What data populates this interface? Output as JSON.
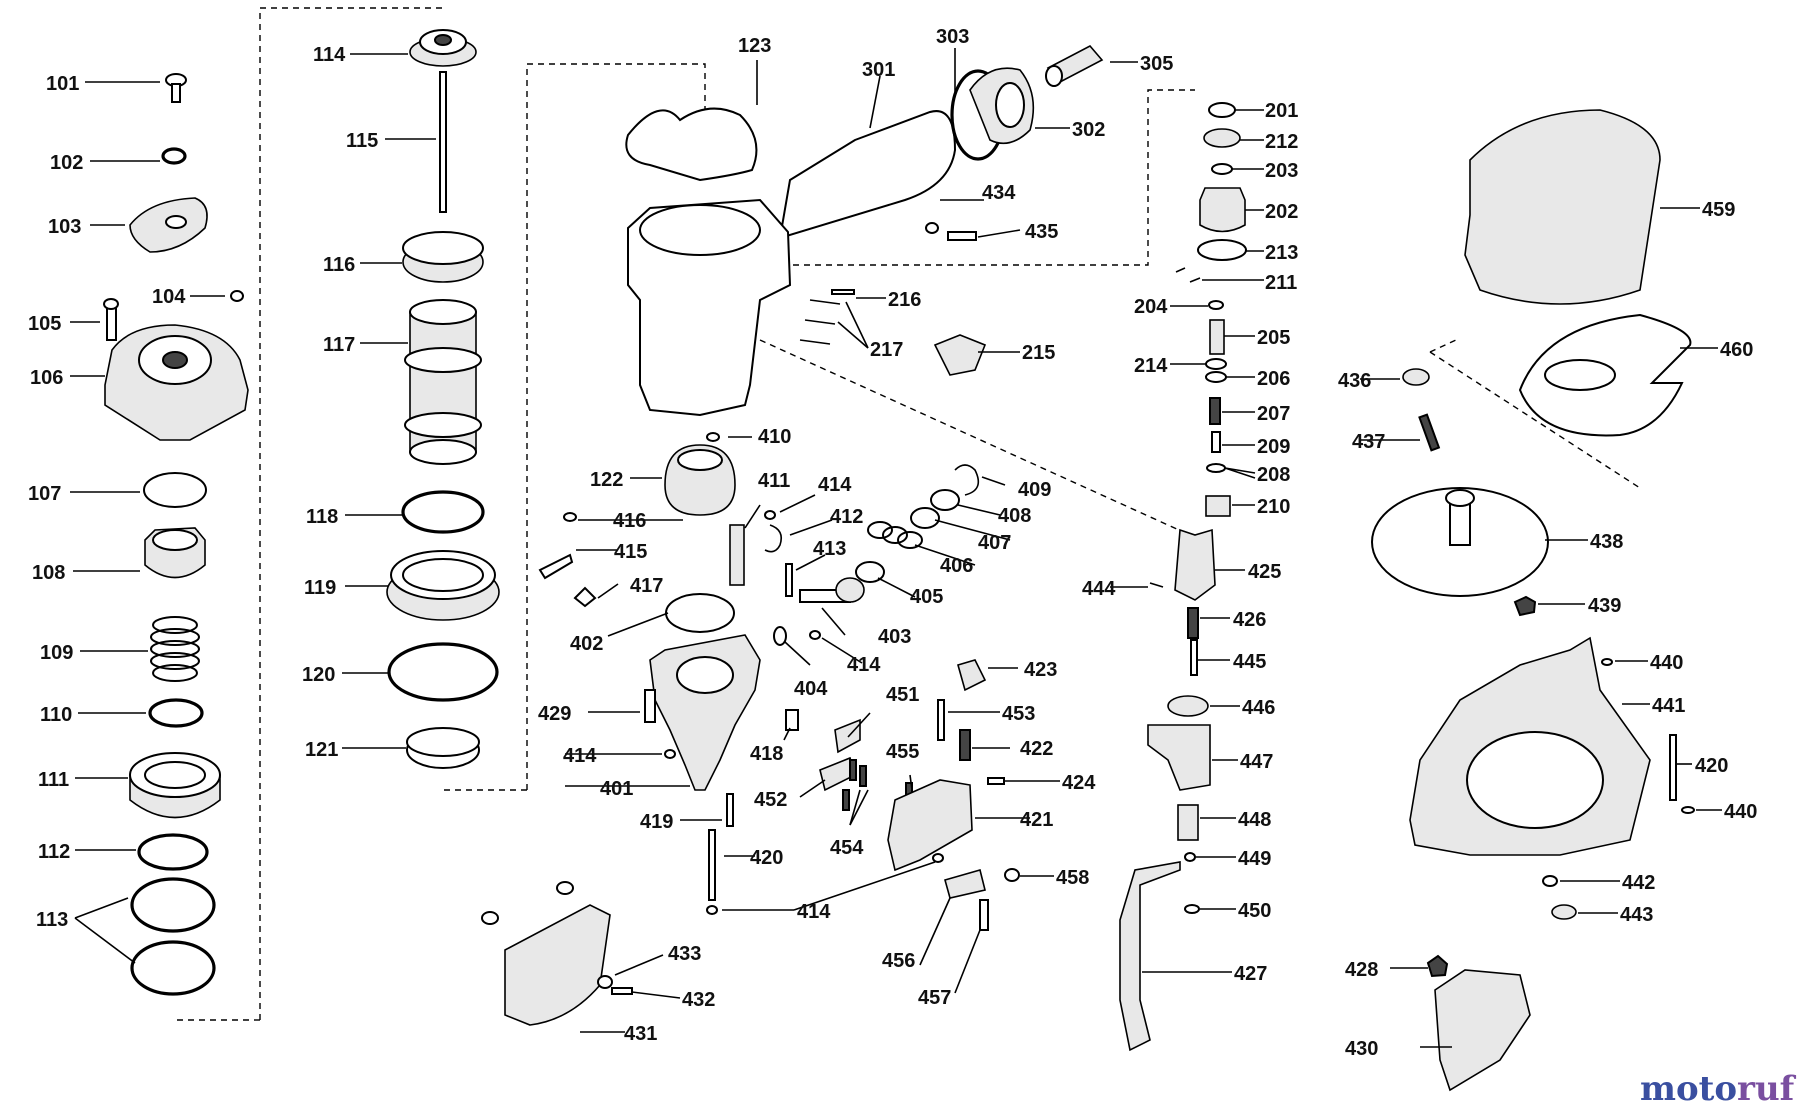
{
  "callouts": {
    "p101": "101",
    "p102": "102",
    "p103": "103",
    "p104": "104",
    "p105": "105",
    "p106": "106",
    "p107": "107",
    "p108": "108",
    "p109": "109",
    "p110": "110",
    "p111": "111",
    "p112": "112",
    "p113": "113",
    "p114": "114",
    "p115": "115",
    "p116": "116",
    "p117": "117",
    "p118": "118",
    "p119": "119",
    "p120": "120",
    "p121": "121",
    "p122": "122",
    "p123": "123",
    "p201": "201",
    "p202": "202",
    "p203": "203",
    "p204": "204",
    "p205": "205",
    "p206": "206",
    "p207": "207",
    "p208": "208",
    "p209": "209",
    "p210": "210",
    "p211": "211",
    "p212": "212",
    "p213": "213",
    "p214": "214",
    "p215": "215",
    "p216": "216",
    "p217": "217",
    "p301": "301",
    "p302": "302",
    "p303": "303",
    "p305": "305",
    "p401": "401",
    "p402": "402",
    "p403": "403",
    "p404": "404",
    "p405": "405",
    "p406": "406",
    "p407": "407",
    "p408": "408",
    "p409": "409",
    "p410": "410",
    "p411": "411",
    "p412": "412",
    "p413": "413",
    "p414": "414",
    "p415": "415",
    "p416": "416",
    "p417": "417",
    "p418": "418",
    "p419": "419",
    "p420": "420",
    "p421": "421",
    "p422": "422",
    "p423": "423",
    "p424": "424",
    "p425": "425",
    "p426": "426",
    "p427": "427",
    "p428": "428",
    "p429": "429",
    "p430": "430",
    "p431": "431",
    "p432": "432",
    "p433": "433",
    "p434": "434",
    "p435": "435",
    "p436": "436",
    "p437": "437",
    "p438": "438",
    "p439": "439",
    "p440": "440",
    "p441": "441",
    "p442": "442",
    "p443": "443",
    "p444": "444",
    "p445": "445",
    "p446": "446",
    "p447": "447",
    "p448": "448",
    "p449": "449",
    "p450": "450",
    "p451": "451",
    "p452": "452",
    "p453": "453",
    "p454": "454",
    "p455": "455",
    "p456": "456",
    "p457": "457",
    "p458": "458",
    "p459": "459",
    "p460": "460"
  },
  "watermark": {
    "text_part1": "moto",
    "text_part2": "ruf",
    "color_part1": "#3a4fa0",
    "color_part2": "#7a4fa0"
  }
}
